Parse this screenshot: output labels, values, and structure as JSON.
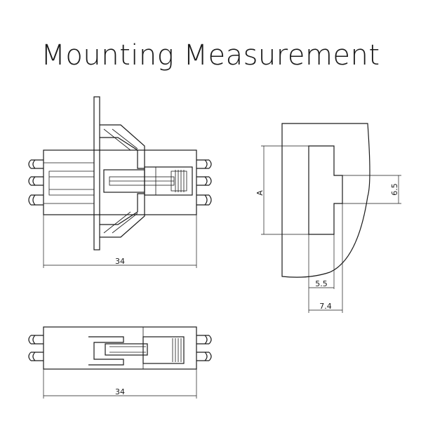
{
  "title": "Mounting Measurement",
  "labels": {
    "front_width": "34",
    "bottom_width": "34",
    "panel_dim_a": "A",
    "height_6_5": "6.5",
    "depth_5_5": "5.5",
    "depth_7_4": "7.4"
  }
}
